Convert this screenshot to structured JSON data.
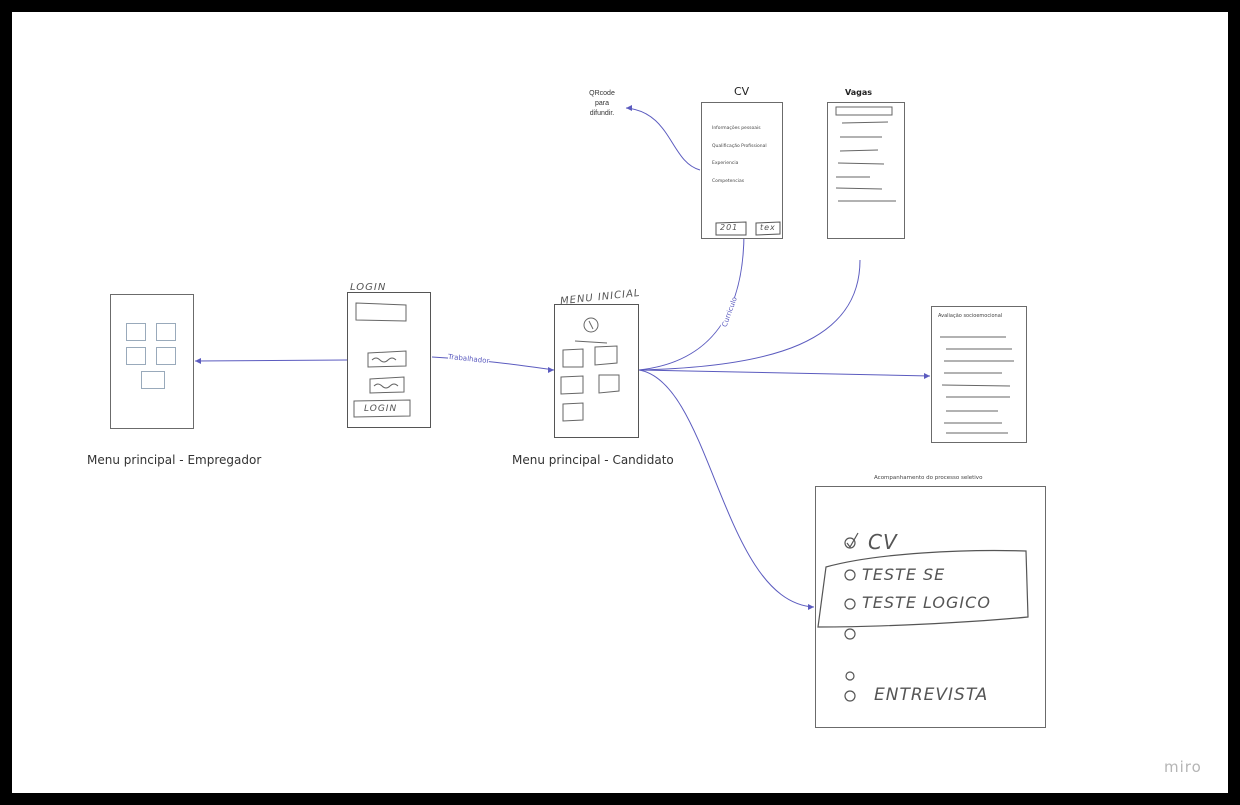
{
  "board": {
    "logo": "miro"
  },
  "employer_menu": {
    "caption": "Menu principal - Empregador"
  },
  "login": {
    "title": "LOGIN",
    "button": "LOGIN"
  },
  "candidate_menu": {
    "title": "MENU INICIAL",
    "caption": "Menu principal - Candidato"
  },
  "qrcode_note": {
    "line1": "QRcode",
    "line2": "para",
    "line3": "difundir."
  },
  "cv": {
    "title": "CV",
    "items": [
      "Informações pessoais",
      "Qualificação Profissional",
      "Experiencia",
      "Competencias"
    ],
    "btn_left": "201",
    "btn_right": "tex"
  },
  "vagas": {
    "title": "Vagas"
  },
  "avaliacao": {
    "title": "Avaliação socioemocional"
  },
  "acompanhamento": {
    "title": "Acompanhamento do processo seletivo",
    "steps": [
      "CV",
      "TESTE SE",
      "TESTE LOGICO",
      "",
      "",
      "ENTREVISTA"
    ]
  },
  "connectors": {
    "trabalhador": "Trabalhador",
    "curriculo": "Curriculo"
  },
  "colors": {
    "connector": "#5b5bbf",
    "frame": "#6b6b6b",
    "sketch": "#666666"
  }
}
